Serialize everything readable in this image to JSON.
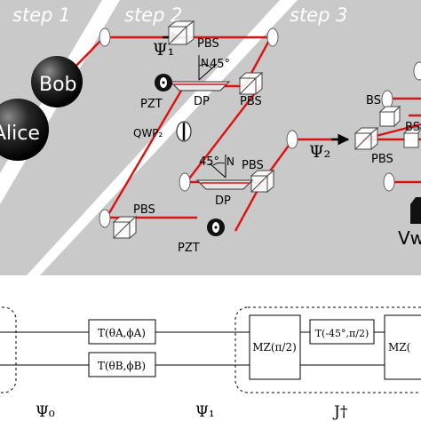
{
  "steps": [
    "step 1",
    "step 2",
    "step 3"
  ],
  "spheres": {
    "bob": "Bob",
    "alice": "Alice"
  },
  "states": {
    "psi1": "Ψ₁",
    "psi2": "Ψ₂"
  },
  "components": {
    "pbs": "PBS",
    "bs": "BS",
    "dp": "DP",
    "pzt": "PZT",
    "qwp2": "QWP₂",
    "n": "N",
    "angle45": "45°",
    "vw": "Vw"
  },
  "circuit": {
    "gate_a": "T(θA,ϕA)",
    "gate_b": "T(θB,ϕB)",
    "mz1": "MZ(π/2)",
    "t_neg45": "T(-45°,π/2)",
    "mz2": "MZ(",
    "label_psi0": "Ψ₀",
    "label_psi1": "Ψ₁",
    "label_jdag": "J†"
  }
}
